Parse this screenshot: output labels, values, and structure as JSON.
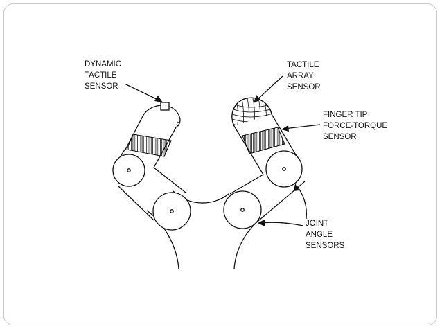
{
  "labels": {
    "dynamic_tactile": [
      "DYNAMIC",
      "TACTILE",
      "SENSOR"
    ],
    "tactile_array": [
      "TACTILE",
      "ARRAY",
      "SENSOR"
    ],
    "finger_tip": [
      "FINGER TIP",
      "FORCE-TORQUE",
      "SENSOR"
    ],
    "joint_angle": [
      "JOINT",
      "ANGLE",
      "SENSORS"
    ]
  },
  "colors": {
    "ink": "#111111",
    "background": "#ffffff",
    "frame": "#c9c9c9"
  }
}
